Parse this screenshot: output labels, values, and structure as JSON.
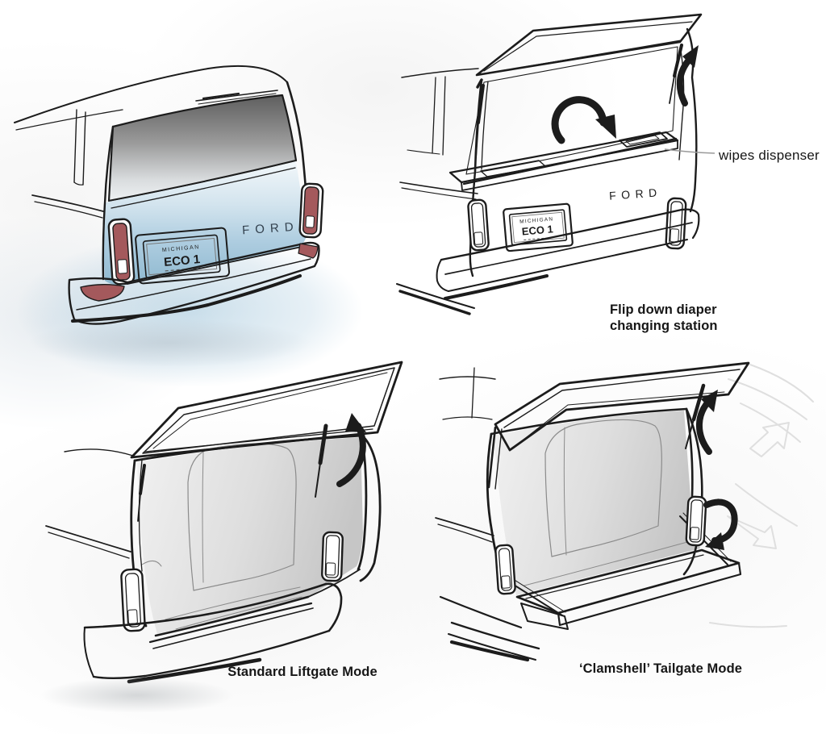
{
  "labels": {
    "wipes_dispenser": "wipes dispenser",
    "flip_line1": "Flip down diaper",
    "flip_line2": "changing station",
    "standard_mode": "Standard Liftgate Mode",
    "clamshell_mode": "‘Clamshell’ Tailgate Mode"
  },
  "vehicle": {
    "badge": "FORD",
    "plate": {
      "state": "MICHIGAN",
      "number": "ECO 1"
    }
  },
  "colors": {
    "ink": "#1c1c1c",
    "body_blue": "#aecde0",
    "body_blue_deep": "#8fb9d0",
    "taillight_red": "#a4595c",
    "badge_ink": "#33414e",
    "leader_gray": "#9a9a9a",
    "ghost_gray": "#dfdfdf",
    "glass_dark": "#606060",
    "interior_gray": "#c8c8c8"
  }
}
